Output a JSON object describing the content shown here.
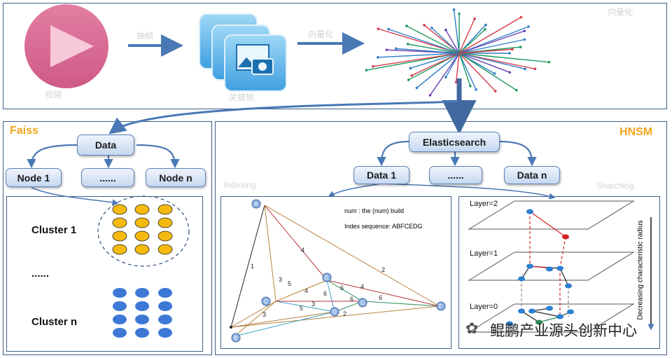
{
  "top": {
    "label_video": "视频",
    "label_frames": "关键帧",
    "label_arrow1": "抽帧",
    "label_arrow2": "向量化",
    "label_corner": "向量化"
  },
  "faiss": {
    "title": "Faiss",
    "data_label": "Data",
    "node1_label": "Node 1",
    "node_mid_label": "......",
    "noden_label": "Node n",
    "cluster1_label": "Cluster 1",
    "ellipsis_label": "......",
    "clustern_label": "Cluster n",
    "colors": {
      "yellow": "#f6b910",
      "blue": "#3d78d6"
    }
  },
  "hnsw": {
    "title": "HNSM",
    "es_label": "Elasticsearch",
    "data1_label": "Data 1",
    "data_mid_label": "......",
    "datan_label": "Data n",
    "indexing_label": "Indexing",
    "searching_label": "Searching",
    "graph": {
      "legend1": "num : the (num) build",
      "legend2": "Index sequence: ABFCEDG",
      "nodes": [
        "A",
        "B",
        "C",
        "D",
        "E",
        "F",
        "G"
      ],
      "edge_labels": [
        "1",
        "2",
        "2",
        "3",
        "3",
        "3",
        "4",
        "4",
        "5",
        "5",
        "6",
        "6",
        "6",
        "4",
        "6"
      ]
    },
    "layers": {
      "layer2": "Layer=2",
      "layer1": "Layer=1",
      "layer0": "Layer=0",
      "radius_label": "Decreasing characteristic radius"
    }
  },
  "watermark": "鲲鹏产业源头创新中心"
}
